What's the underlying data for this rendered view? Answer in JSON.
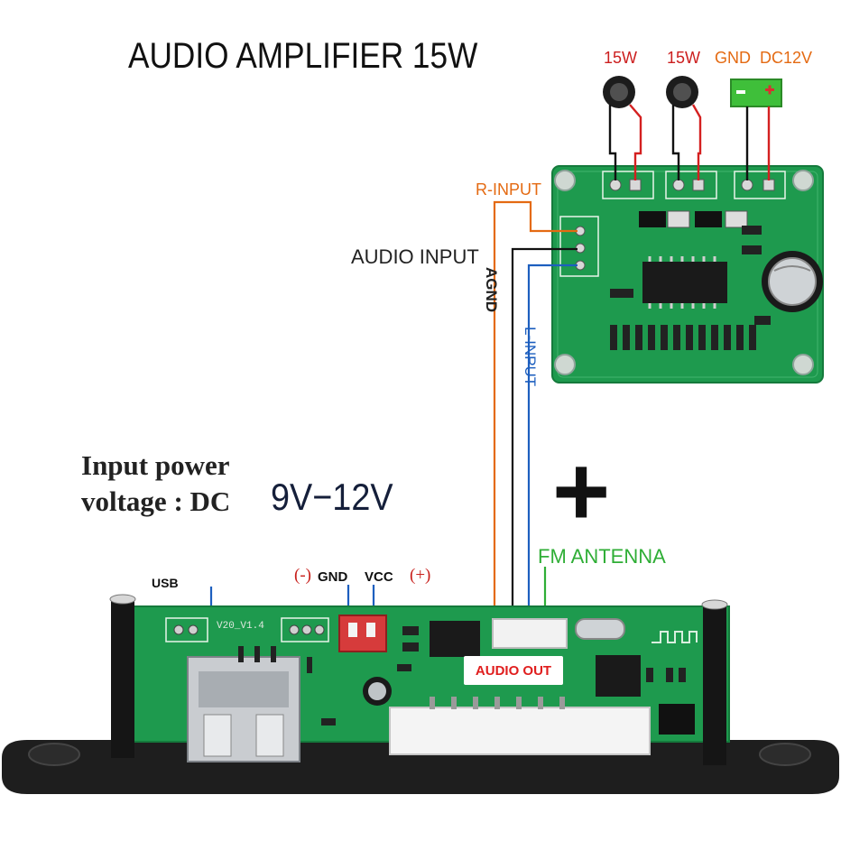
{
  "diagram": {
    "title": "AUDIO AMPLIFIER 15W",
    "power_line1": "Input power",
    "power_line2": "voltage : DC",
    "power_value": "9V−12V",
    "plus_sign": "+",
    "amp_labels": {
      "speaker1": "15W",
      "speaker2": "15W",
      "gnd": "GND",
      "dc": "DC12V",
      "r_input": "R-INPUT",
      "audio_input": "AUDIO INPUT",
      "agnd": "AGND",
      "l_input": "L-INPUT"
    },
    "board_labels": {
      "fm_antenna": "FM ANTENNA",
      "usb": "USB",
      "neg": "(-)",
      "gnd": "GND",
      "vcc": "VCC",
      "pos": "(+)",
      "audio_out": "AUDIO OUT",
      "silk_version": "V20_V1.4"
    },
    "colors": {
      "pcb_green": "#1e9a4e",
      "wire_red": "#d42020",
      "wire_black": "#111111",
      "wire_orange": "#e46a12",
      "wire_blue": "#1d5fbf",
      "wire_green": "#2fae36"
    }
  }
}
